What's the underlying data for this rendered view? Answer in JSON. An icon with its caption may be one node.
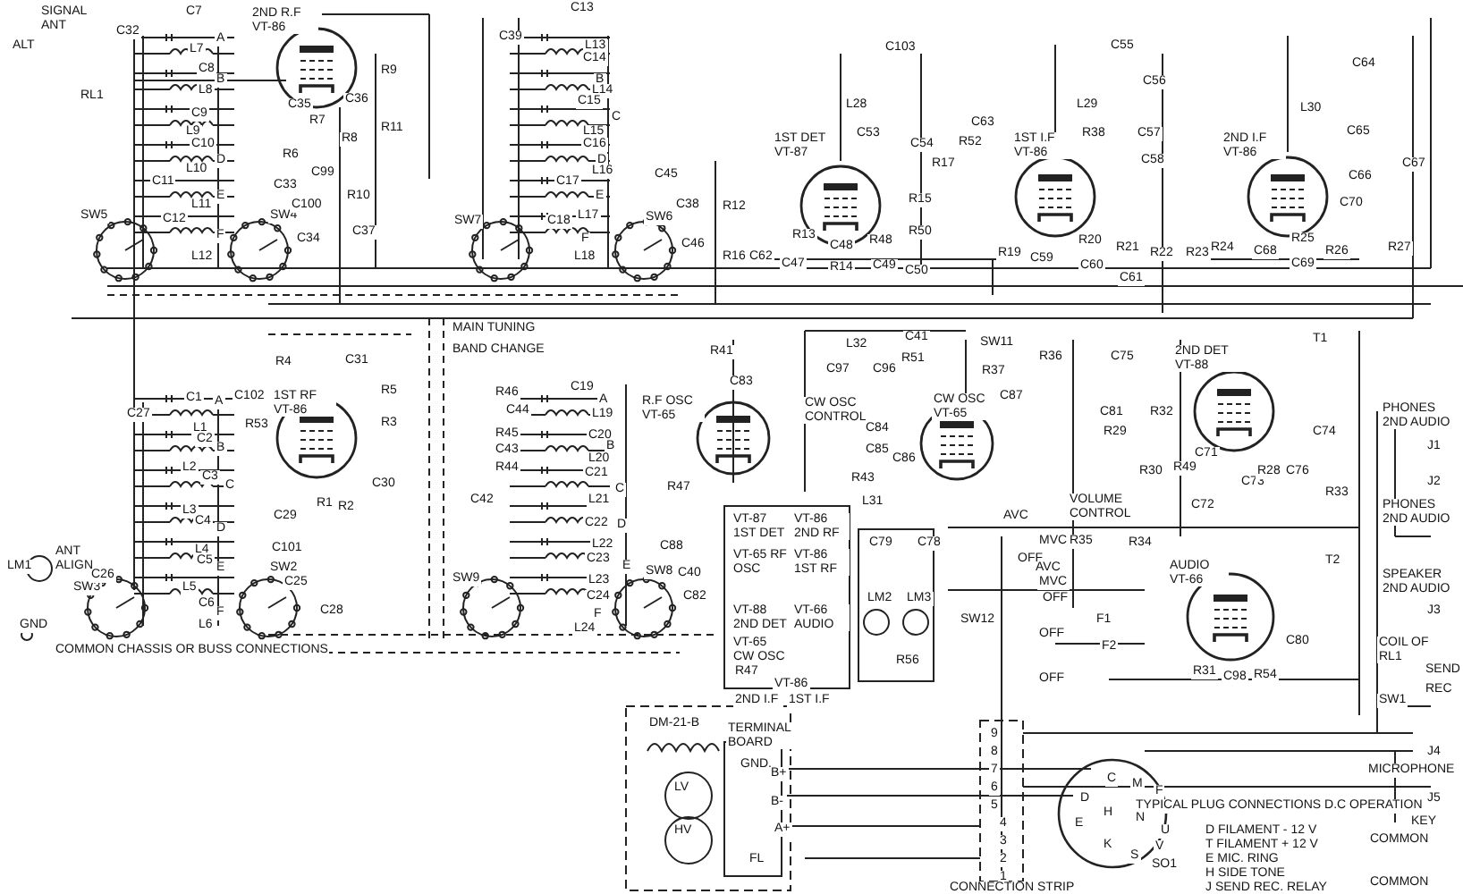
{
  "diagram": {
    "labels": [
      "SIGNAL ANT",
      "ALT",
      "RL1",
      "C32",
      "C7",
      "L7",
      "A",
      "C8",
      "B",
      "L8",
      "C9",
      "L9",
      "C10",
      "D",
      "L10",
      "C11",
      "E",
      "L11",
      "C12",
      "F",
      "L12",
      "SW5",
      "SW4",
      "2ND R.F VT-86",
      "C35",
      "R7",
      "C36",
      "R8",
      "R9",
      "R11",
      "R6",
      "C99",
      "C33",
      "C100",
      "R10",
      "C34",
      "C37",
      "C39",
      "C13",
      "L13",
      "C14",
      "B",
      "L14",
      "C15",
      "C",
      "L15",
      "C16",
      "D",
      "L16",
      "C17",
      "E",
      "L17",
      "C18",
      "F",
      "L18",
      "C45",
      "C38",
      "SW7",
      "SW6",
      "C46",
      "MAIN TUNING",
      "BAND CHANGE",
      "C103",
      "L28",
      "1ST DET VT-87",
      "C53",
      "C54",
      "R17",
      "R52",
      "C63",
      "R12",
      "R16",
      "C62",
      "R13",
      "C47",
      "C48",
      "R14",
      "R48",
      "C49",
      "R15",
      "R50",
      "C50",
      "C55",
      "C56",
      "L29",
      "R38",
      "C57",
      "1ST I.F VT-86",
      "C58",
      "R19",
      "C59",
      "R20",
      "C60",
      "R21",
      "C61",
      "R22",
      "R23",
      "C64",
      "L30",
      "C65",
      "2ND I.F VT-86",
      "C67",
      "C66",
      "C70",
      "R24",
      "C68",
      "R25",
      "C69",
      "R26",
      "R27",
      "R4",
      "C31",
      "C102",
      "1ST RF VT-86",
      "R53",
      "R5",
      "R3",
      "C27",
      "C1",
      "A",
      "L1",
      "C2",
      "B",
      "L2",
      "C3",
      "C",
      "L3",
      "C4",
      "D",
      "L4",
      "C5",
      "E",
      "L5",
      "C6",
      "F",
      "L6",
      "SW3",
      "SW2",
      "C29",
      "R1",
      "R2",
      "C30",
      "C101",
      "C25",
      "C28",
      "LM1",
      "ANT ALIGN",
      "C26",
      "GND",
      "COMMON CHASSIS OR BUSS CONNECTIONS",
      "R46",
      "C44",
      "R45",
      "C43",
      "R44",
      "C42",
      "C19",
      "A",
      "L19",
      "C20",
      "B",
      "L20",
      "C21",
      "C",
      "L21",
      "C22",
      "D",
      "L22",
      "C23",
      "E",
      "L23",
      "C24",
      "F",
      "L24",
      "SW9",
      "SW8",
      "C40",
      "C88",
      "C82",
      "R.F OSC VT-65",
      "R47",
      "R41",
      "C83",
      "L32",
      "C41",
      "C97",
      "C96",
      "R51",
      "SW11",
      "R37",
      "R36",
      "C87",
      "CW OSC CONTROL",
      "CW OSC VT-65",
      "C84",
      "C85",
      "C86",
      "R43",
      "L31",
      "C75",
      "C81",
      "R29",
      "R32",
      "R30",
      "R49",
      "C71",
      "C73",
      "R28",
      "C72",
      "2ND DET VT-88",
      "T1",
      "C74",
      "C76",
      "R33",
      "PHONES 2ND AUDIO",
      "J1",
      "J2",
      "VOLUME CONTROL",
      "PHONES 2ND AUDIO",
      "AVC",
      "MVC",
      "OFF",
      "R35",
      "R34",
      "AVC",
      "MVC",
      "OFF",
      "SW12",
      "OFF",
      "OFF",
      "F1",
      "F2",
      "AUDIO VT-66",
      "T2",
      "SPEAKER 2ND AUDIO",
      "J3",
      "C80",
      "R31",
      "C98",
      "R54",
      "COIL OF RL1",
      "SEND",
      "REC",
      "SW1",
      "VT-87 1ST DET",
      "VT-86 2ND RF",
      "VT-65 RF OSC",
      "VT-86 1ST RF",
      "VT-88 2ND DET",
      "VT-66 AUDIO",
      "VT-65 CW OSC",
      "R47",
      "VT-86",
      "2ND I.F",
      "1ST I.F",
      "C79",
      "C78",
      "LM2",
      "LM3",
      "R56",
      "DM-21-B",
      "TERMINAL BOARD",
      "GND.",
      "B+",
      "B-",
      "A+",
      "FL",
      "LV",
      "HV",
      "9",
      "8",
      "7",
      "6",
      "5",
      "4",
      "3",
      "2",
      "1",
      "CONNECTION STRIP",
      "SO1",
      "J4",
      "MICROPHONE",
      "J5",
      "KEY",
      "TYPICAL PLUG CONNECTIONS D.C OPERATION",
      "D FILAMENT - 12 V",
      "T FILAMENT + 12 V",
      "E MIC. RING",
      "H SIDE TONE",
      "J SEND REC. RELAY",
      "COMMON",
      "COMMON",
      "D",
      "C",
      "H",
      "M",
      "N",
      "F",
      "E",
      "K",
      "S",
      "U",
      "V"
    ]
  }
}
